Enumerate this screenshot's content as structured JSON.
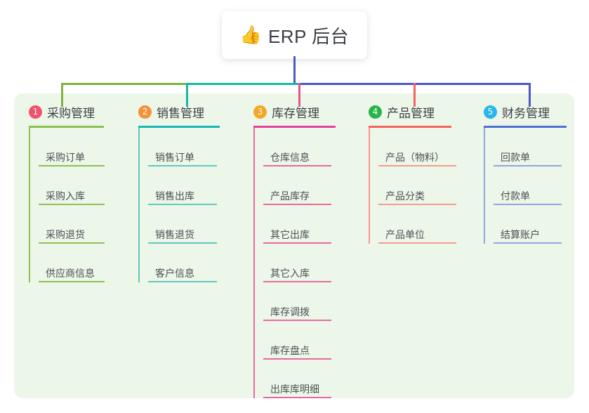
{
  "title": {
    "icon": "thumbs-up-icon",
    "emoji": "👍",
    "text": "ERP 后台"
  },
  "colors": {
    "panel_bg": "#edf7e9",
    "page_bg": "#ffffff",
    "text": "#3b3f44",
    "leaf_text": "#4a4f55",
    "bus_green": "#7cb342",
    "bus_teal": "#17b7a6",
    "bus_blue": "#4d57c4",
    "stem": "#4d57c4"
  },
  "columns": [
    {
      "number": "1",
      "title": "采购管理",
      "badge_color": "#f2526a",
      "rule_color": "#8cc152",
      "branch_color": "#8cc152",
      "drop_color": "#7cb342",
      "items": [
        {
          "label": "采购订单"
        },
        {
          "label": "采购入库"
        },
        {
          "label": "采购退货"
        },
        {
          "label": "供应商信息"
        }
      ]
    },
    {
      "number": "2",
      "title": "销售管理",
      "badge_color": "#f5903b",
      "rule_color": "#17b7b7",
      "branch_color": "#5fc9c2",
      "drop_color": "#17b7a6",
      "items": [
        {
          "label": "销售订单"
        },
        {
          "label": "销售出库"
        },
        {
          "label": "销售退货"
        },
        {
          "label": "客户信息"
        }
      ]
    },
    {
      "number": "3",
      "title": "库存管理",
      "badge_color": "#f5a623",
      "rule_color": "#e5409b",
      "branch_color": "#e8699f",
      "drop_color": "#e8538f",
      "items": [
        {
          "label": "仓库信息"
        },
        {
          "label": "产品库存"
        },
        {
          "label": "其它出库"
        },
        {
          "label": "其它入库"
        },
        {
          "label": "库存调拨"
        },
        {
          "label": "库存盘点"
        },
        {
          "label": "出库库明细"
        }
      ]
    },
    {
      "number": "4",
      "title": "产品管理",
      "badge_color": "#28b44a",
      "rule_color": "#f4625c",
      "branch_color": "#f79a92",
      "drop_color": "#f4625c",
      "items": [
        {
          "label": "产品（物料）"
        },
        {
          "label": "产品分类"
        },
        {
          "label": "产品单位"
        }
      ]
    },
    {
      "number": "5",
      "title": "财务管理",
      "badge_color": "#29b6e8",
      "rule_color": "#4f6fd4",
      "branch_color": "#8fa5e0",
      "drop_color": "#4d57c4",
      "items": [
        {
          "label": "回款单"
        },
        {
          "label": "付款单"
        },
        {
          "label": "结算账户"
        }
      ]
    }
  ]
}
